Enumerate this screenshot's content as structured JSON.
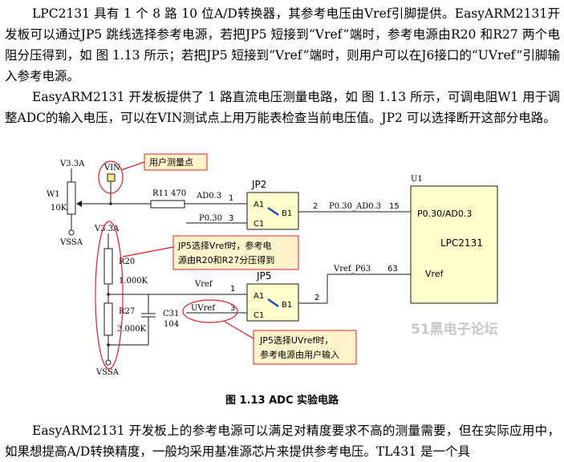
{
  "paragraphs": {
    "p1": "LPC2131 具有 1 个 8 路 10 位A/D转换器，其参考电压由Vref引脚提供。EasyARM2131开发板可以通过JP5 跳线选择参考电源，若把JP5 短接到“Vref”端时，参考电源由R20 和R27 两个电阻分压得到，如 图 1.13 所示；若把JP5 短接到“Vref”端时，则用户可以在J6接口的“UVref”引脚输入参考电源。",
    "p2": "EasyARM2131 开发板提供了 1 路直流电压测量电路，如 图 1.13 所示，可调电阻W1 用于调整ADC的输入电压，可以在VIN测试点上用万能表检查当前电压值。JP2 可以选择断开这部分电路。",
    "p3": "EasyARM2131 开发板上的参考电源可以满足对精度要求不高的测量需要，但在实际应用中，如果想提高A/D转换精度，一般均采用基准源芯片来提供参考电压。TL431 是一个具"
  },
  "diagram": {
    "callouts": {
      "user_point": "用户测量点",
      "jp5_vref": [
        "JP5选择Vref时，参考电",
        "源由R20和R27分压得到"
      ],
      "jp5_uvref": [
        "JP5选择UVref时，",
        "参考电源由用户输入"
      ]
    },
    "labels": {
      "v33_top": "V3.3A",
      "vin": "VIN",
      "w1": "W1",
      "w1_val": "10K",
      "vssa_top": "VSSA",
      "r11": "R11",
      "r11_val": "470",
      "ad03": "AD0.3",
      "p030": "P0.30",
      "jp2": "JP2",
      "a1": "A1",
      "b1": "B1",
      "c1": "C1",
      "net_p030_ad03": "P0.30_AD0.3",
      "pin15": "15",
      "u1": "U1",
      "chip_pin_p030": "P0.30/AD0.3",
      "chip_name": "LPC2131",
      "chip_pin_vref": "Vref",
      "pin63": "63",
      "net_vref_p63": "Vref_P63",
      "v33_mid": "V3.3A",
      "r20": "R20",
      "r20_val": "1.000K",
      "vref": "Vref",
      "jp5": "JP5",
      "uvref": "UVref",
      "r27": "R27",
      "r27_val": "3.000K",
      "c31": "C31",
      "c31_val": "104",
      "vssa_bottom": "VSSA",
      "pin1": "1",
      "pin2": "2",
      "pin3": "3",
      "watermark": "51黑电子论坛"
    }
  },
  "caption": "图 1.13    ADC 实验电路",
  "colors": {
    "callout_fill": "#fff4cc",
    "callout_border": "#e02020",
    "jp_fill": "#ffffcc",
    "chip_fill": "#ffffcc",
    "slider": "#1f4fb5"
  }
}
